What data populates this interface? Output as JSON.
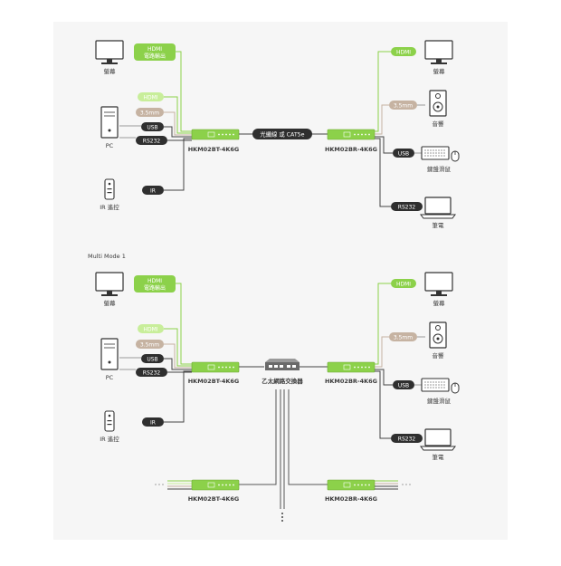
{
  "colors": {
    "panel": "#f6f6f6",
    "green": "#8cd14a",
    "green_light": "#c8ee9a",
    "tan": "#c6b3a2",
    "dark": "#2f2f2f",
    "gray_line": "#9a9a9a",
    "label": "#3a3a3a"
  },
  "diagram1": {
    "left_devices": {
      "monitor": "螢幕",
      "pc": "PC",
      "remote": "IR 遙控"
    },
    "left_tags": {
      "hdmi_out": [
        "HDMI",
        "電路輸出"
      ],
      "hdmi": "HDMI",
      "audio": "3.5mm",
      "usb": "USB",
      "rs232": "RS232",
      "ir": "IR"
    },
    "transmitter": "HKM02BT-4K6G",
    "link": "光纖線 或 CAT5e",
    "receiver": "HKM02BR-4K6G",
    "right_tags": {
      "hdmi": "HDMI",
      "audio": "3.5mm",
      "usb": "USB",
      "rs232": "RS232"
    },
    "right_devices": {
      "monitor": "螢幕",
      "speaker": "音響",
      "keyboard": "鍵盤滑鼠",
      "laptop": "筆電"
    }
  },
  "section2_title": "Multi Mode 1",
  "diagram2": {
    "left_devices": {
      "monitor": "螢幕",
      "pc": "PC",
      "remote": "IR 遙控"
    },
    "left_tags": {
      "hdmi_out": [
        "HDMI",
        "電路輸出"
      ],
      "hdmi": "HDMI",
      "audio": "3.5mm",
      "usb": "USB",
      "rs232": "RS232",
      "ir": "IR"
    },
    "transmitter": "HKM02BT-4K6G",
    "switch": "乙太網路交換器",
    "receiver": "HKM02BR-4K6G",
    "right_tags": {
      "hdmi": "HDMI",
      "audio": "3.5mm",
      "usb": "USB",
      "rs232": "RS232"
    },
    "right_devices": {
      "monitor": "螢幕",
      "speaker": "音響",
      "keyboard": "鍵盤滑鼠",
      "laptop": "筆電"
    },
    "extra_transmitter": "HKM02BT-4K6G",
    "extra_receiver": "HKM02BR-4K6G"
  }
}
